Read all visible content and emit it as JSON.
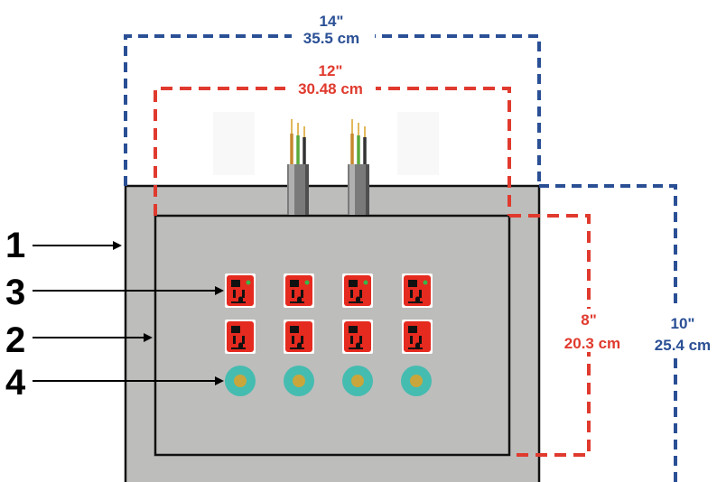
{
  "colors": {
    "outer_dim": "#2a4f95",
    "inner_dim": "#e03a2e",
    "panel": "#bdbdbc",
    "receptacle": "#e52a1f",
    "indicator_ring": "#45bcb0",
    "indicator_center": "#c9a63c"
  },
  "dimensions": {
    "outer_width": {
      "imperial": "14\"",
      "metric": "35.5 cm"
    },
    "inner_width": {
      "imperial": "12\"",
      "metric": "30.48 cm"
    },
    "inner_height": {
      "imperial": "8\"",
      "metric": "20.3 cm"
    },
    "outer_height": {
      "imperial": "10\"",
      "metric": "25.4 cm"
    }
  },
  "callouts": [
    {
      "number": "1",
      "target": "outer enclosure"
    },
    {
      "number": "2",
      "target": "inner panel"
    },
    {
      "number": "3",
      "target": "receptacle"
    },
    {
      "number": "4",
      "target": "indicator light"
    }
  ],
  "layout": {
    "receptacle_rows": 2,
    "receptacle_columns": 4,
    "indicator_count": 4,
    "cable_count": 2,
    "top_row_status_led": "green"
  }
}
